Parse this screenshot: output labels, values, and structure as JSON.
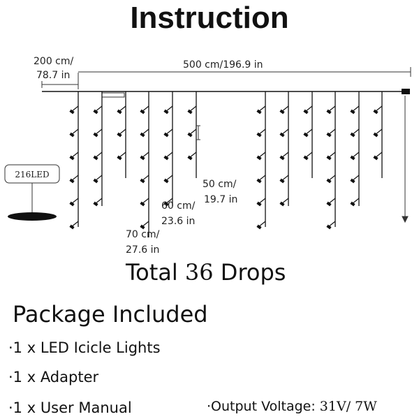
{
  "title": "Instruction",
  "dimensions": {
    "lead_cm": "200 cm/",
    "lead_in": "78.7 in",
    "length_cm": "500 cm/196.9 in",
    "drop_short_cm": "50 cm/",
    "drop_short_in": "19.7 in",
    "drop_mid_cm": "60 cm/",
    "drop_mid_in": "23.6 in",
    "drop_long_cm": "70 cm/",
    "drop_long_in": "27.6 in"
  },
  "adapter_label": "216LED",
  "total": {
    "prefix": "Total ",
    "count": "36",
    "suffix": " Drops"
  },
  "package": {
    "title": "Package Included",
    "items": [
      "·1 x LED Icicle Lights",
      "·1 x Adapter",
      "·1 x User Manual"
    ]
  },
  "voltage": {
    "label": "·Output Voltage: ",
    "value": "31V/ 7W"
  }
}
